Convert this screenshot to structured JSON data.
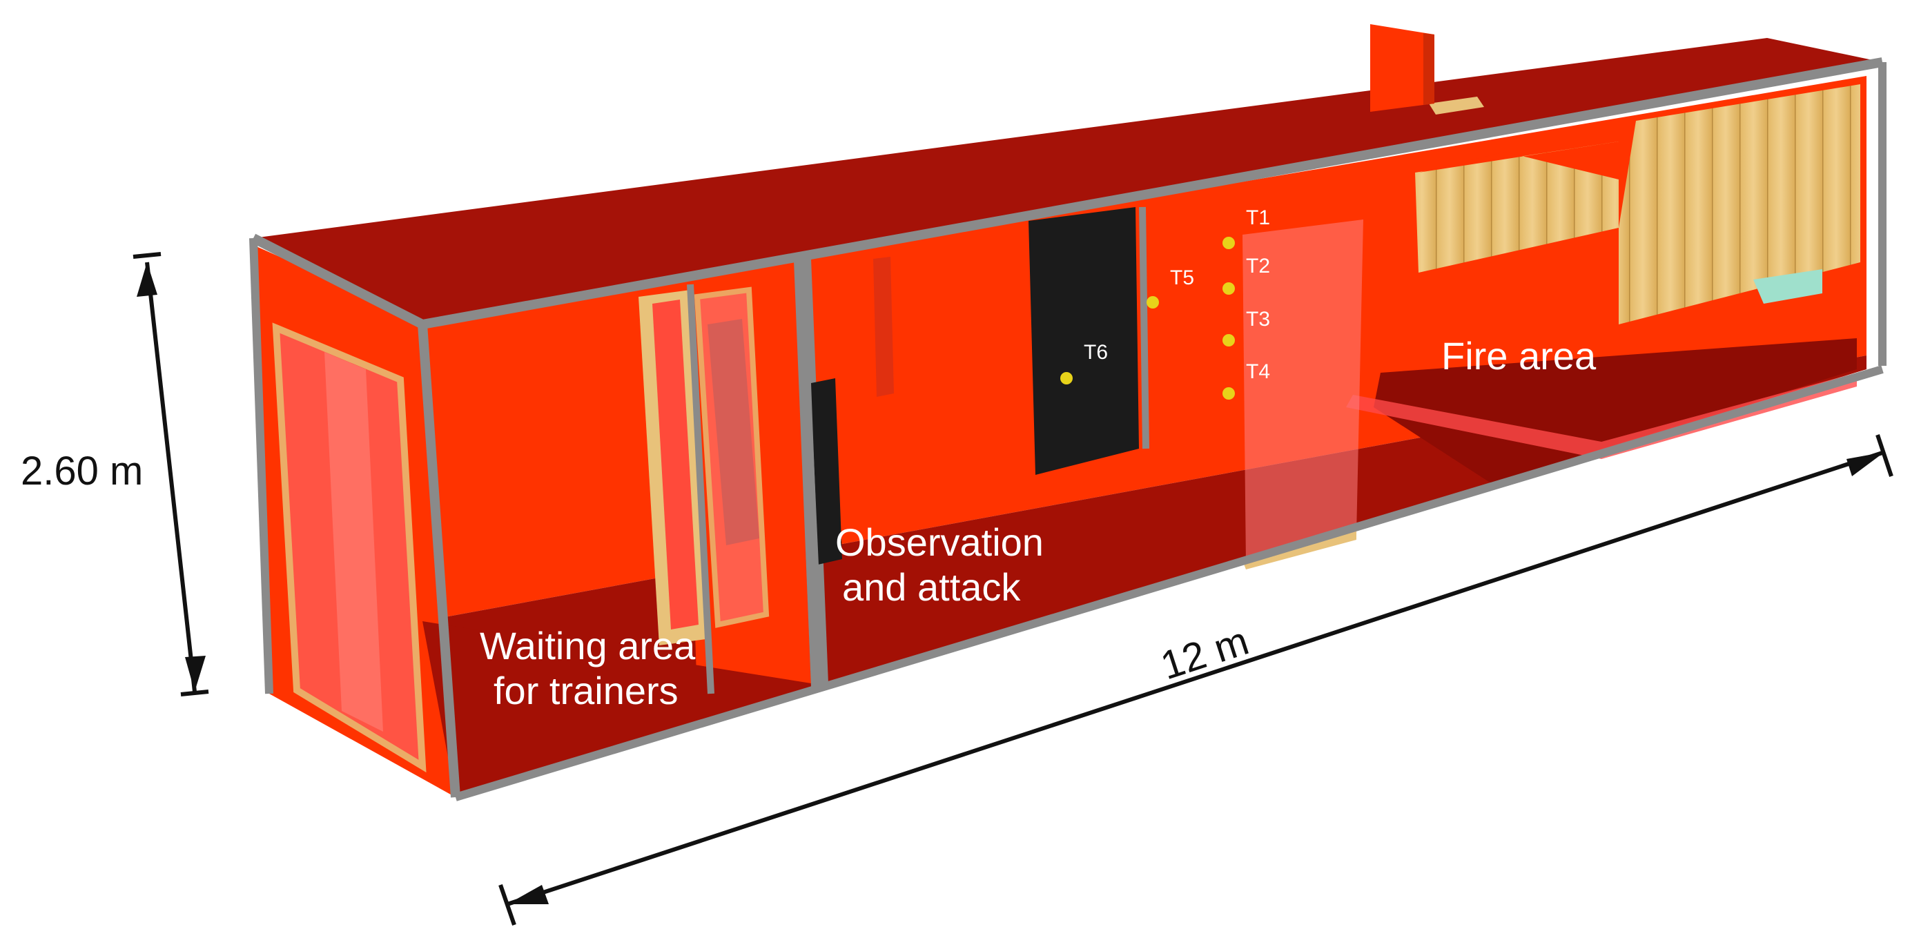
{
  "dimensions": {
    "height_label": "2.60 m",
    "length_label": "12 m"
  },
  "zones": {
    "waiting_line1": "Waiting area",
    "waiting_line2": "for trainers",
    "observation_line1": "Observation",
    "observation_line2": "and attack",
    "fire": "Fire area"
  },
  "sensors": [
    "T1",
    "T2",
    "T3",
    "T4",
    "T5",
    "T6"
  ],
  "colors": {
    "wall": "#ff3300",
    "floor": "#a31005",
    "roof": "#a51208",
    "wall_edge": "#8a8a8a",
    "door_dark": "#1b1b1b",
    "wood": "#e8c27a",
    "sensor": "#e8d31a",
    "arrow": "#111111"
  }
}
